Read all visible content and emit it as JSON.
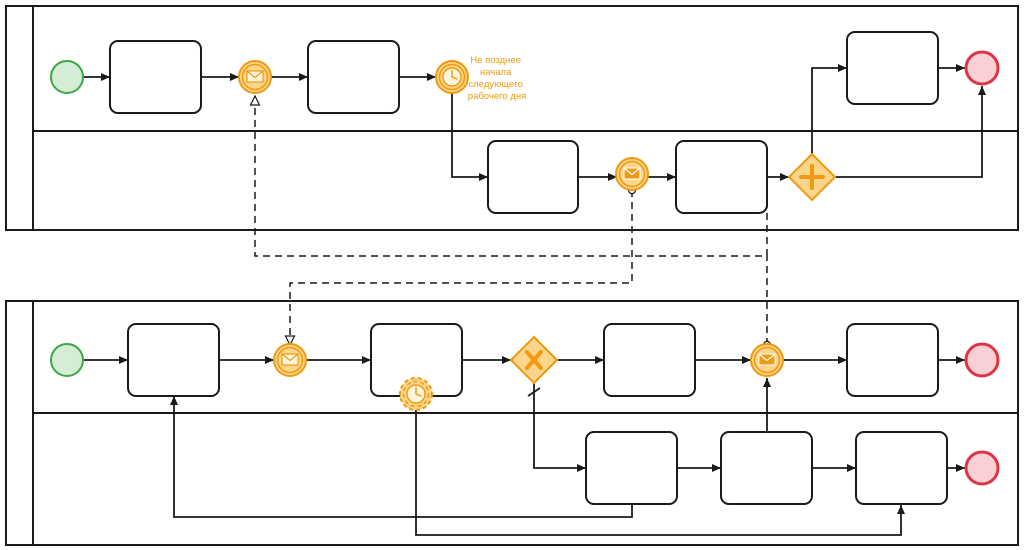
{
  "timer_annotation": {
    "lines": [
      "Не позднее",
      "начала",
      "следующего",
      "рабочего дня"
    ]
  },
  "colors": {
    "event_orange": "#ef9a11",
    "event_fill": "#fbd58a",
    "start_green": "#39a845",
    "end_red": "#e03444",
    "line": "#1a1a1a"
  },
  "icons": [
    "envelope-icon",
    "clock-icon",
    "parallel-plus-icon",
    "exclusive-x-icon"
  ]
}
